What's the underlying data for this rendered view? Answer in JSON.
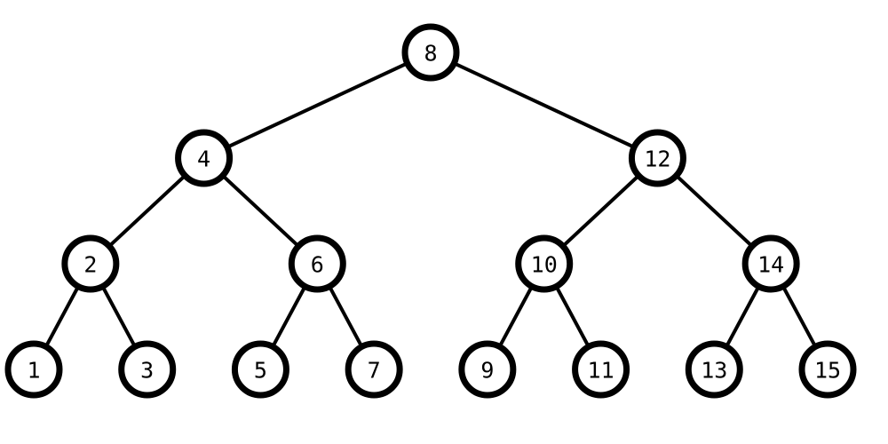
{
  "tree": {
    "colors": {
      "stroke": "#000000",
      "fill": "#ffffff",
      "text": "#000000"
    },
    "levels": [
      [
        "8"
      ],
      [
        "4",
        "12"
      ],
      [
        "2",
        "6",
        "10",
        "14"
      ],
      [
        "1",
        "3",
        "5",
        "7",
        "9",
        "11",
        "13",
        "15"
      ]
    ]
  }
}
